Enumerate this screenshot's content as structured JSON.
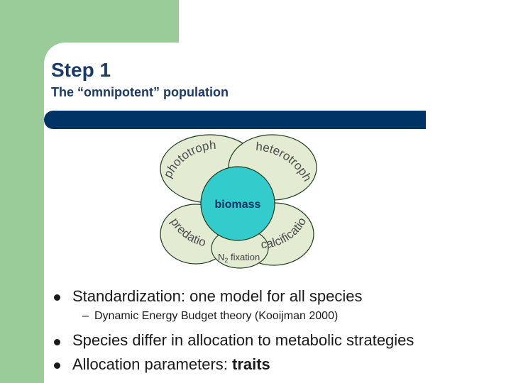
{
  "slide": {
    "title": "Step 1",
    "subtitle": "The “omnipotent” population"
  },
  "diagram": {
    "center_label": "biomass",
    "petals": [
      {
        "label": "phototrophy"
      },
      {
        "label": "heterotrophy"
      },
      {
        "label": "predation"
      },
      {
        "label": "calcification"
      },
      {
        "label_main": "N",
        "label_sub": "2",
        "label_rest": " fixation"
      }
    ],
    "colors": {
      "petal_fill": "#e3ecd2",
      "center_fill": "#33cccc",
      "accent": "#003366",
      "side_block": "#99cc99"
    }
  },
  "bullets": [
    {
      "text": "Standardization: one model for all species"
    },
    {
      "text": "Dynamic Energy Budget theory (Kooijman 2000)"
    },
    {
      "text": "Species differ in allocation to metabolic strategies"
    },
    {
      "text_prefix": "Allocation parameters: ",
      "text_bold": "traits"
    }
  ],
  "sub_bullet_marker": "–"
}
